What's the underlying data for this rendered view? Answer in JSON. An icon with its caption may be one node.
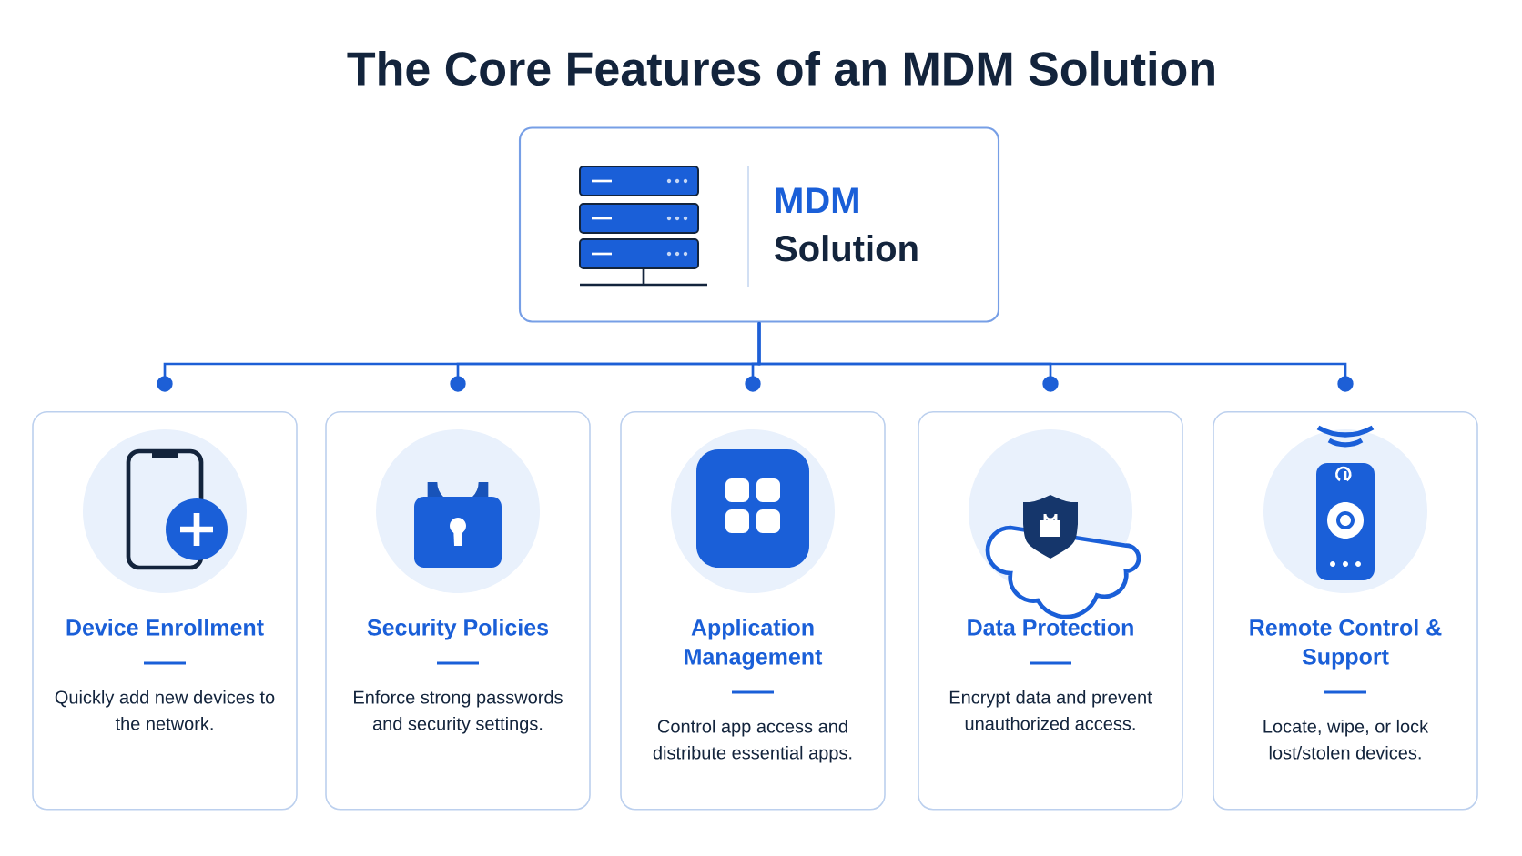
{
  "diagram": {
    "title": "The Core Features of an MDM Solution",
    "nodes": [
      {
        "text": [
          "MDM",
          "Solution"
        ]
      },
      {
        "text": [
          "Device Enrollment",
          "Quickly add new devices to the network."
        ]
      },
      {
        "text": [
          "Security Policies",
          "Enforce strong passwords and security settings."
        ]
      },
      {
        "text": [
          "Application Management",
          "Control app access and distribute essential apps."
        ]
      },
      {
        "text": [
          "Data Protection",
          "Encrypt data and prevent unauthorized access."
        ]
      },
      {
        "text": [
          "Remote Control & Support",
          "Locate, wipe, or lock lost/stolen devices."
        ]
      }
    ],
    "edges": [
      {
        "from": 0,
        "to": 1,
        "arrow": "other"
      },
      {
        "from": 0,
        "to": 2,
        "arrow": "other"
      },
      {
        "from": 0,
        "to": 3,
        "arrow": "other"
      },
      {
        "from": 0,
        "to": 4,
        "arrow": "other"
      },
      {
        "from": 0,
        "to": 5,
        "arrow": "other"
      }
    ]
  }
}
